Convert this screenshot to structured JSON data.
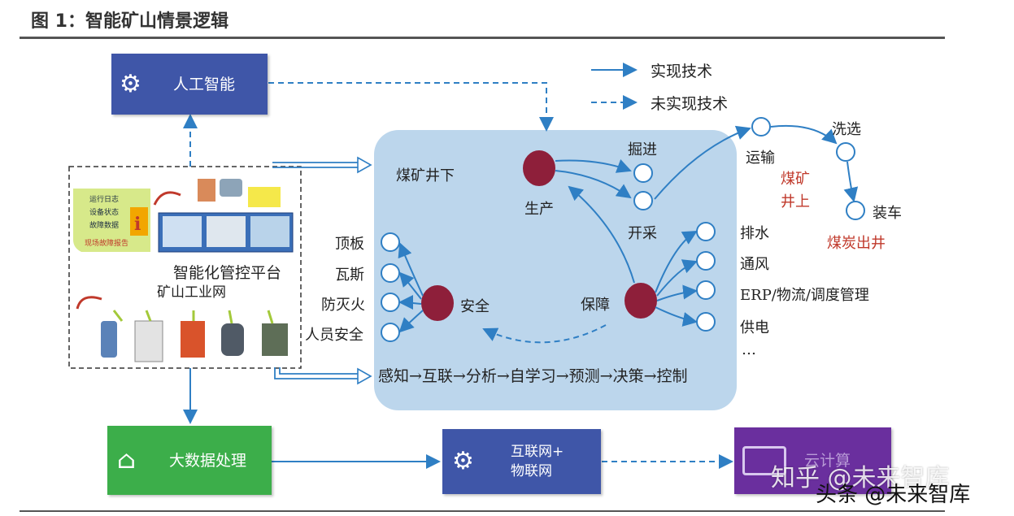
{
  "header": {
    "title": "图 1：智能矿山情景逻辑"
  },
  "legend": {
    "realized": "实现技术",
    "unrealized": "未实现技术"
  },
  "boxes": {
    "ai": "人工智能",
    "bigdata": "大数据处理",
    "iot_line1": "互联网+",
    "iot_line2": "物联网",
    "cloud": "云计算"
  },
  "left_panel": {
    "platform": "智能化管控平台",
    "network": "矿山工业网",
    "notes": [
      "运行日志",
      "设备状态",
      "故障数据",
      "现场故障报告"
    ]
  },
  "underground": {
    "title": "煤矿井下",
    "production": "生产",
    "safety": "安全",
    "support": "保障",
    "excavation": "掘进",
    "mining": "开采",
    "safety_items": [
      "顶板",
      "瓦斯",
      "防灭火",
      "人员安全"
    ],
    "support_items": [
      "排水",
      "通风",
      "ERP/物流/调度管理",
      "供电",
      "…"
    ],
    "process_chain": "感知→互联→分析→自学习→预测→决策→控制"
  },
  "surface": {
    "transport": "运输",
    "surface_label": "煤矿\n井上",
    "washing": "洗选",
    "loading": "装车",
    "coal_out": "煤炭出井"
  },
  "watermark": {
    "line1": "知乎 @未来智库",
    "line2": "头条 @未来智库"
  },
  "colors": {
    "blue_box": "#3f56a8",
    "green_box": "#3cae4a",
    "purple_box": "#6a2f9e",
    "zone": "#bcd6ec",
    "node_red": "#8e1f3a",
    "arrow_blue": "#2f7fc4"
  }
}
